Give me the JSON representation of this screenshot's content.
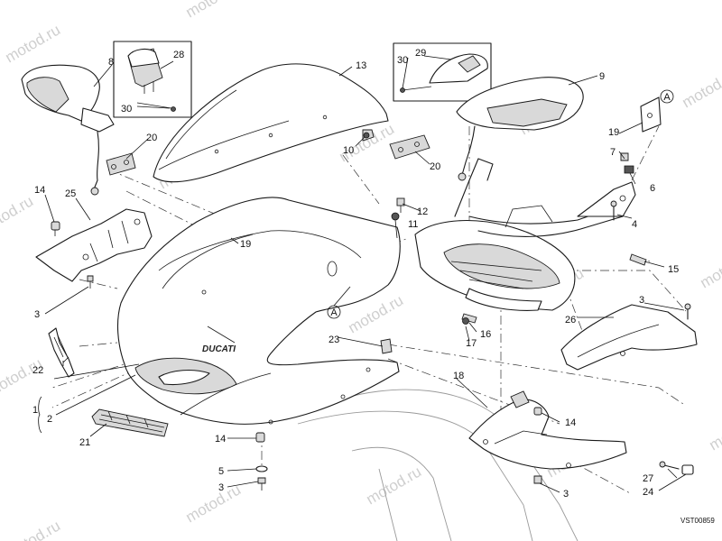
{
  "watermark": "motod.ru",
  "drawing_code": "VST00859",
  "brand_mark": "DUCATI",
  "section_marker": "A",
  "callouts": [
    "1",
    "2",
    "3",
    "4",
    "5",
    "6",
    "7",
    "8",
    "9",
    "10",
    "11",
    "12",
    "13",
    "14",
    "15",
    "16",
    "17",
    "18",
    "19",
    "20",
    "21",
    "22",
    "23",
    "24",
    "25",
    "26",
    "27",
    "28",
    "29",
    "30"
  ],
  "inset_left": {
    "parts": [
      "28",
      "30"
    ]
  },
  "inset_right": {
    "parts": [
      "29",
      "30"
    ]
  }
}
